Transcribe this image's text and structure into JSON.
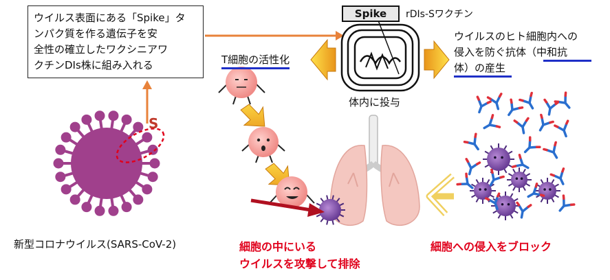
{
  "intro_box": {
    "lines": [
      "ウイルス表面にある「Spike」タ",
      "ンパク質を作る遺伝子を安",
      "全性の確立したワクシニアワ",
      "クチンDIs株に組み入れる"
    ]
  },
  "vaccine": {
    "spike_label": "Spike",
    "name": "rDIs-Sワクチン",
    "administer": "体内に投与"
  },
  "t_cell": {
    "label": "T細胞の活性化"
  },
  "antibody": {
    "lines": [
      "ウイルスのヒト細胞内への",
      "侵入を防ぐ抗体（中和抗",
      "体）の産生"
    ],
    "highlight_1": "中和抗",
    "highlight_2": "体"
  },
  "virus": {
    "s_mark": "S",
    "caption": "新型コロナウイルス(SARS-CoV-2)"
  },
  "outcomes": {
    "attack_line1": "細胞の中にいる",
    "attack_line2": "ウイルスを攻撃して排除",
    "block": "細胞への侵入をブロック"
  },
  "colors": {
    "arrow_orange": "#e8823a",
    "accent_red": "#e0001b",
    "underline_blue": "#1e2fc7",
    "virus_purple": "#a0408c",
    "tcell_pink": "#f08c8c",
    "lung_pink": "#f4c7c0",
    "antibody_blue": "#2a6fcf"
  }
}
